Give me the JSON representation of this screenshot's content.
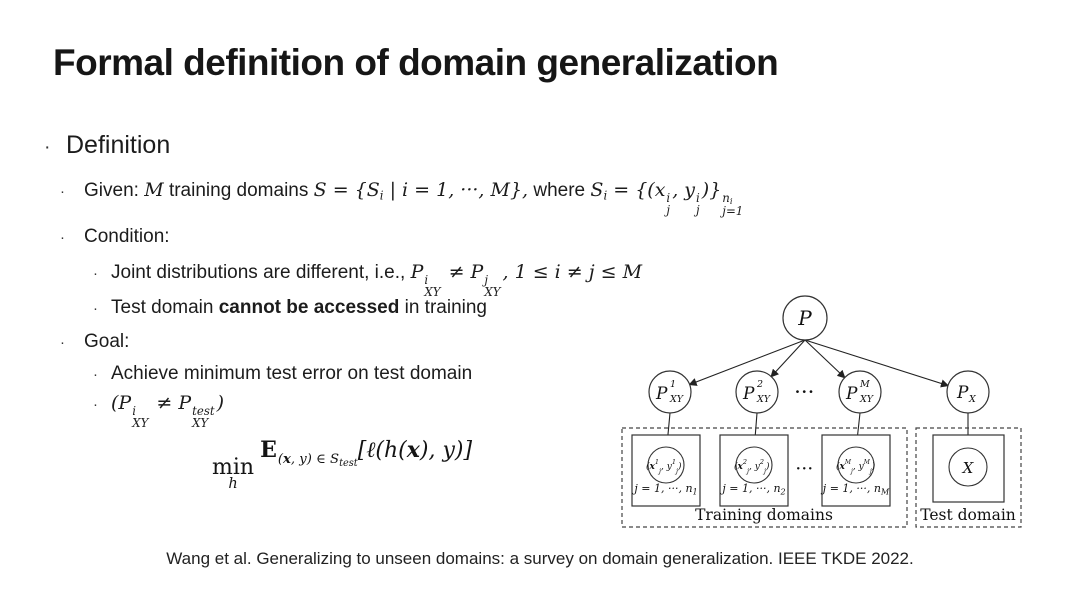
{
  "slide": {
    "title": "Formal definition of domain generalization",
    "footer": "Wang et al. Generalizing to unseen domains: a survey on domain generalization. IEEE TKDE 2022."
  },
  "ui": {
    "bullet": "·"
  },
  "content": {
    "definition": "Definition",
    "given": {
      "label": "Given: ",
      "M": "M",
      "t1": " training domains ",
      "S": "S",
      "t2": " = {",
      "Si": "S",
      "Si_sub": "i",
      "t3": " | ",
      "t4": "i = 1, ···, M",
      "t5m": "},",
      "t5t": " where ",
      "Si2": "S",
      "Si2_sub": "i",
      "t6": " = {(",
      "x": "x",
      "x_sup": "i",
      "x_sub": "j",
      "t7": ", ",
      "y": "y",
      "y_sup": "i",
      "y_sub": "j",
      "t8": ")}",
      "sup_n": "n",
      "sup_n_sub": "i",
      "sub_range": "j=1"
    },
    "condition": "Condition:",
    "joint": {
      "pre": "Joint distributions are different, i.e., ",
      "P1": "P",
      "P1_sup": "i",
      "P1_sub": "XY",
      "neq": " ≠ ",
      "P2": "P",
      "P2_sup": "j",
      "P2_sub": "XY",
      "tail": ", 1 ≤ i ≠ j ≤ M"
    },
    "test": {
      "pre": "Test domain ",
      "bold": "cannot be accessed",
      "post": " in training"
    },
    "goal": "Goal:",
    "achieve": "Achieve minimum test error on test domain",
    "ptest": {
      "open": "(",
      "P1": "P",
      "P1_sup": "i",
      "P1_sub": "XY",
      "neq": " ≠ ",
      "P2": "P",
      "P2_sup": "test",
      "P2_sub": "XY",
      "close": ")"
    },
    "formula": {
      "min": "min",
      "min_sub": "h",
      "E": "E",
      "sub_open": "(",
      "sub_x": "x",
      "sub_mid": ", y) ∈ S",
      "sub_test": "test",
      "body_open": "[ℓ(h(",
      "body_x": "x",
      "body_close": "), y)]"
    }
  },
  "diagram": {
    "root": "P",
    "p1": {
      "base": "P",
      "sup": "1",
      "sub": "XY"
    },
    "p2": {
      "base": "P",
      "sup": "2",
      "sub": "XY"
    },
    "pm": {
      "base": "P",
      "sup": "M",
      "sub": "XY"
    },
    "px": {
      "base": "P",
      "sub": "X"
    },
    "dots_top": "···",
    "dots_mid": "···",
    "s1": {
      "open": "(",
      "x": "x",
      "x_sup": "1",
      "x_sub": "j",
      "mid": ", y",
      "y_sup": "1",
      "y_sub": "j",
      "close": ")",
      "range": "j = 1, ···, n",
      "range_sub": "1"
    },
    "s2": {
      "open": "(",
      "x": "x",
      "x_sup": "2",
      "x_sub": "j",
      "mid": ", y",
      "y_sup": "2",
      "y_sub": "j",
      "close": ")",
      "range": "j = 1, ···, n",
      "range_sub": "2"
    },
    "sm": {
      "open": "(",
      "x": "x",
      "x_sup": "M",
      "x_sub": "j",
      "mid": ", y",
      "y_sup": "M",
      "y_sub": "j",
      "close": ")",
      "range": "j = 1, ···, n",
      "range_sub": "M"
    },
    "testx": "X",
    "training_label": "Training domains",
    "test_label": "Test domain"
  }
}
